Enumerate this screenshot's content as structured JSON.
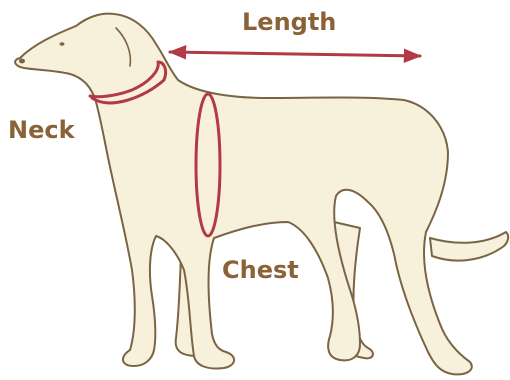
{
  "labels": {
    "length": "Length",
    "neck": "Neck",
    "chest": "Chest"
  },
  "colors": {
    "background": "#ffffff",
    "dog_fill": "#f7f1dc",
    "dog_outline": "#7a6444",
    "measure_lines": "#b23a46",
    "label_text": "#8a6238"
  },
  "icons": {
    "subject": "dog-silhouette-icon",
    "length_marker": "double-arrow-icon",
    "neck_marker": "neck-loop",
    "chest_marker": "chest-loop"
  }
}
